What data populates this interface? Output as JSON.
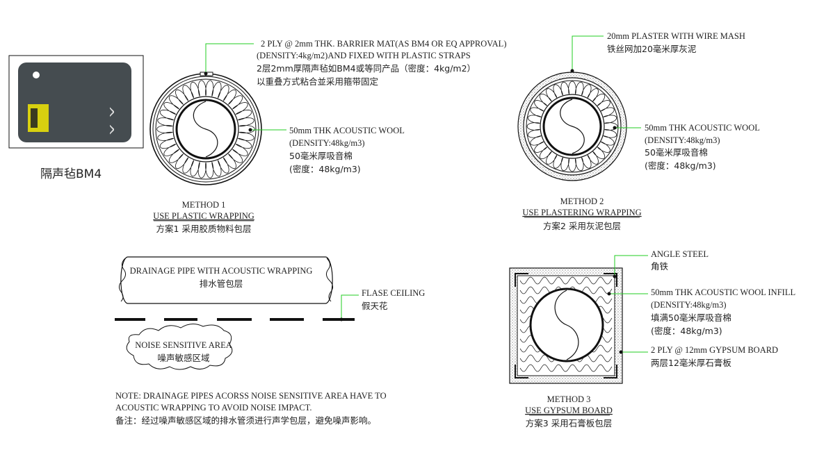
{
  "sample": {
    "caption": "隔声毡BM4",
    "marks": "^ ^"
  },
  "method1": {
    "title": "METHOD 1",
    "subtitle": "USE PLASTIC WRAPPING",
    "cn": "方案1 采用胶质物料包层",
    "callout_mat": [
      "2 PLY @ 2mm THK. BARRIER MAT(AS BM4 OR EQ APPROVAL)",
      "(DENSITY:4kg/m2)AND FIXED WITH PLASTIC STRAPS",
      "2层2mm厚隔声毡如BM4或等同产品（密度：4kg/m2）",
      "以重叠方式粘合並采用箍带固定"
    ],
    "callout_wool": [
      "50mm THK ACOUSTIC WOOL",
      "(DENSITY:48kg/m3)",
      "50毫米厚吸音棉",
      "(密度：48kg/m3)"
    ]
  },
  "method2": {
    "title": "METHOD 2",
    "subtitle": "USE PLASTERING WRAPPING",
    "cn": "方案2 采用灰泥包层",
    "callout_plaster": [
      "20mm PLASTER WITH WIRE MASH",
      "铁丝网加20毫米厚灰泥"
    ],
    "callout_wool": [
      "50mm THK ACOUSTIC WOOL",
      "(DENSITY:48kg/m3)",
      "50毫米厚吸音棉",
      "(密度：48kg/m3)"
    ]
  },
  "method3": {
    "title": "METHOD 3",
    "subtitle": "USE GYPSUM BOARD",
    "cn": "方案3 采用石膏板包层",
    "callout_angle": [
      "ANGLE STEEL",
      "角铁"
    ],
    "callout_wool": [
      "50mm THK ACOUSTIC WOOL INFILL",
      "(DENSITY:48kg/m3)",
      "填满50毫米厚吸音棉",
      "(密度：48kg/m3)"
    ],
    "callout_board": [
      "2 PLY @ 12mm GYPSUM BOARD",
      "两层12毫米厚石膏板"
    ]
  },
  "section": {
    "pipe_label": "DRAINAGE PIPE WITH ACOUSTIC WRAPPING",
    "pipe_label_cn": "排水管包层",
    "ceiling_label": "FLASE CEILING",
    "ceiling_label_cn": "假天花",
    "area_label": "NOISE SENSITIVE AREA",
    "area_label_cn": "噪声敏感区域"
  },
  "note": [
    "NOTE: DRAINAGE PIPES ACORSS NOISE SENSITIVE AREA HAVE TO",
    "ACOUSTIC WRAPPING TO AVOID NOISE IMPACT.",
    "备注：经过噪声敏感区域的排水管须进行声学包层，避免噪声影响。"
  ],
  "colors": {
    "leader": "#22cc22",
    "line": "#111111",
    "mat": "#454c50"
  }
}
